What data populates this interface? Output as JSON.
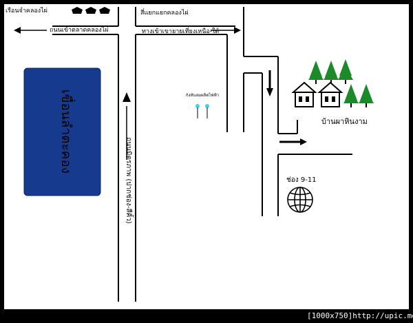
{
  "labels": {
    "top_left": "เรือนจำคลองไผ่",
    "top_right": "สี่แยกแยกคลองไผ่",
    "road_left": "ถนนเข้าตลาดคลองไผ่",
    "road_right": "ทางเข้าเขายายเที่ยงเหนือ-ใต้",
    "dam": "กังหันลมผลิตไฟฟ้า",
    "village": "บ้านผาหินงาม",
    "km": "ช่อง 9-11",
    "highway": "ถนนมิตรภาพ (ปากช่อง-สีคิ้ว)",
    "big_box": "เขื่อนลำตะคอง"
  },
  "colors": {
    "box_fill": "#163b8e",
    "box_stroke": "#0c2460",
    "tree": "#1d8a2a",
    "wind": "#37d7e8"
  },
  "footer": {
    "size": "[1000x750]",
    "url": "http://upic.me/"
  }
}
